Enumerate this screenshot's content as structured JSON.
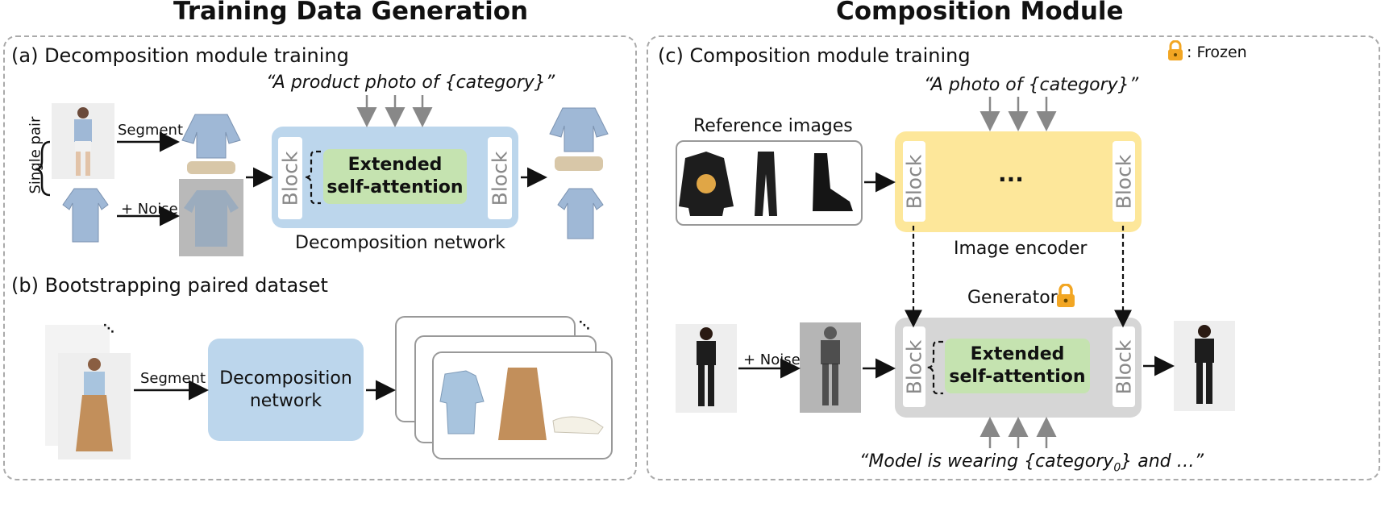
{
  "titles": {
    "left": "Training Data Generation",
    "right": "Composition Module"
  },
  "panel_a": {
    "label": "(a) Decomposition module training",
    "single_pair": "Single pair",
    "segment": "Segment",
    "noise": "+ Noise",
    "prompt": "“A product photo of {category}”",
    "block": "Block",
    "attn_line1": "Extended",
    "attn_line2": "self-attention",
    "network_caption": "Decomposition network"
  },
  "panel_b": {
    "label": "(b) Bootstrapping paired dataset",
    "segment": "Segment",
    "network_line1": "Decomposition",
    "network_line2": "network"
  },
  "panel_c": {
    "label": "(c) Composition module training",
    "frozen": ": Frozen",
    "prompt": "“A photo of {category}”",
    "reference_label": "Reference images",
    "block": "Block",
    "ellipsis": "···",
    "encoder_caption": "Image encoder",
    "generator_label": "Generator",
    "noise": "+ Noise",
    "attn_line1": "Extended",
    "attn_line2": "self-attention",
    "bottom_prompt_main": "“Model is wearing {category",
    "bottom_prompt_sub": "0",
    "bottom_prompt_end": "} and …”"
  },
  "colors": {
    "blue_box": "#bcd6ec",
    "yellow_box": "#fde79a",
    "gray_box": "#d6d6d6",
    "green_attn": "#c5e3b0",
    "plaid_blue": "#9fb8d6",
    "plaid_tan": "#d8c7a8",
    "lock": "#f2a623"
  }
}
